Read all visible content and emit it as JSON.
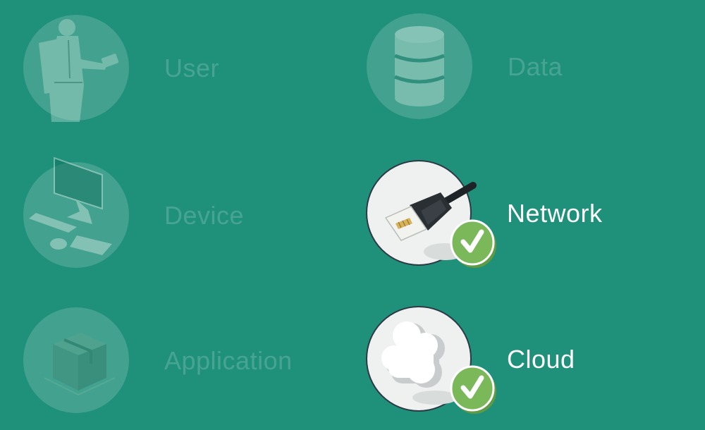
{
  "items": [
    {
      "label": "User",
      "icon": "person-icon",
      "state": "dimmed"
    },
    {
      "label": "Data",
      "icon": "database-icon",
      "state": "dimmed"
    },
    {
      "label": "Device",
      "icon": "computer-icon",
      "state": "dimmed"
    },
    {
      "label": "Network",
      "icon": "ethernet-cable-icon",
      "state": "checked"
    },
    {
      "label": "Application",
      "icon": "package-box-icon",
      "state": "dimmed"
    },
    {
      "label": "Cloud",
      "icon": "cloud-icon",
      "state": "checked"
    }
  ],
  "colors": {
    "background": "#1f907a",
    "check_badge": "#7ab85a",
    "active_label": "#ffffff"
  }
}
